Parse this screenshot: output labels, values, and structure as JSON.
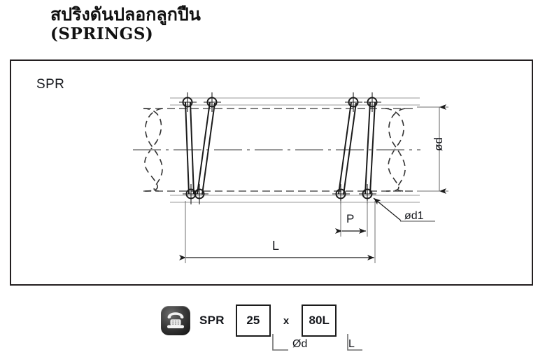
{
  "title": {
    "thai": "สปริงดันปลอกลูกปืน",
    "english": "(SPRINGS)"
  },
  "drawing": {
    "part_code": "SPR",
    "dimensions": {
      "outer_diameter": "ød",
      "wire_diameter": "ød1",
      "pitch": "P",
      "length": "L"
    }
  },
  "order_code": {
    "icon": "telephone-icon",
    "prefix": "SPR",
    "diameter_value": "25",
    "separator": "x",
    "length_value": "80L",
    "diameter_caption": "Ød",
    "length_caption": "L"
  },
  "colors": {
    "frame_border": "#231f20",
    "text": "#16181d",
    "line": "#1b1b1b",
    "centerline": "#8c8c8c",
    "icon_dark": "#111111"
  }
}
